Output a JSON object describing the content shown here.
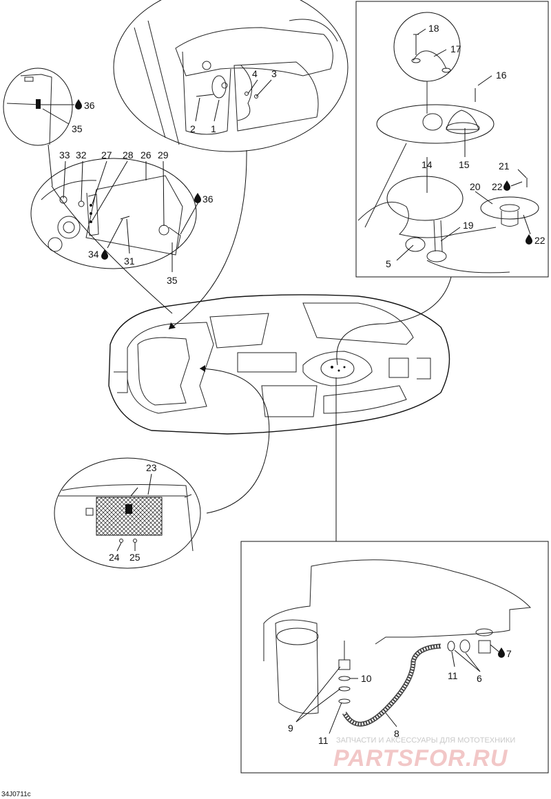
{
  "diagram_code": "34J0711c",
  "watermark": {
    "line1": "ЗАПЧАСТИ И АКСЕССУАРЫ ДЛЯ МОТОТЕХНИКИ",
    "line2": "PARTSFOR.RU"
  },
  "callouts": {
    "c1": "1",
    "c2": "2",
    "c3": "3",
    "c4": "4",
    "c5": "5",
    "c6": "6",
    "c7": "7",
    "c8": "8",
    "c9": "9",
    "c10": "10",
    "c11a": "11",
    "c11b": "11",
    "c14": "14",
    "c15": "15",
    "c16": "16",
    "c17": "17",
    "c18": "18",
    "c19": "19",
    "c20": "20",
    "c21": "21",
    "c22a": "22",
    "c22b": "22",
    "c23": "23",
    "c24": "24",
    "c25": "25",
    "c26": "26",
    "c27": "27",
    "c28": "28",
    "c29": "29",
    "c31": "31",
    "c32": "32",
    "c33": "33",
    "c34": "34",
    "c35a": "35",
    "c35b": "35",
    "c36a": "36",
    "c36b": "36"
  },
  "icon": "oil-drop-icon"
}
